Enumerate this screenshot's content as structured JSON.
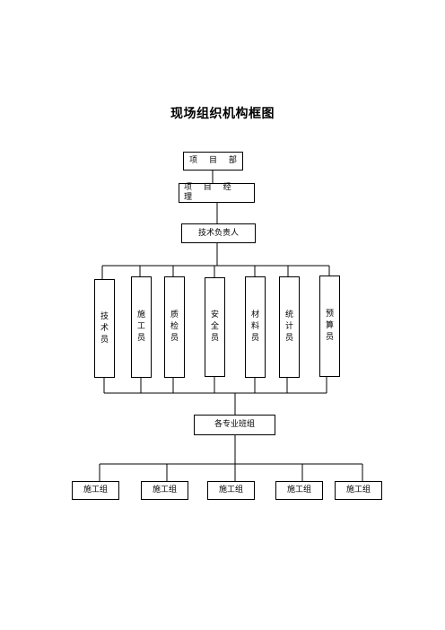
{
  "title": "现场组织机构框图",
  "project_dept": "项 目 部",
  "project_manager": "项 目 经 理",
  "tech_lead": "技术负责人",
  "staff": [
    {
      "label": "技术员"
    },
    {
      "label": "施工员"
    },
    {
      "label": "质检员"
    },
    {
      "label": "安全员"
    },
    {
      "label": "材料员"
    },
    {
      "label": "统计员"
    },
    {
      "label": "预算员"
    }
  ],
  "teams_label": "各专业班组",
  "teams": [
    {
      "label": "施工组"
    },
    {
      "label": "施工组"
    },
    {
      "label": "施工组"
    },
    {
      "label": "施工组"
    },
    {
      "label": "施工组"
    }
  ]
}
